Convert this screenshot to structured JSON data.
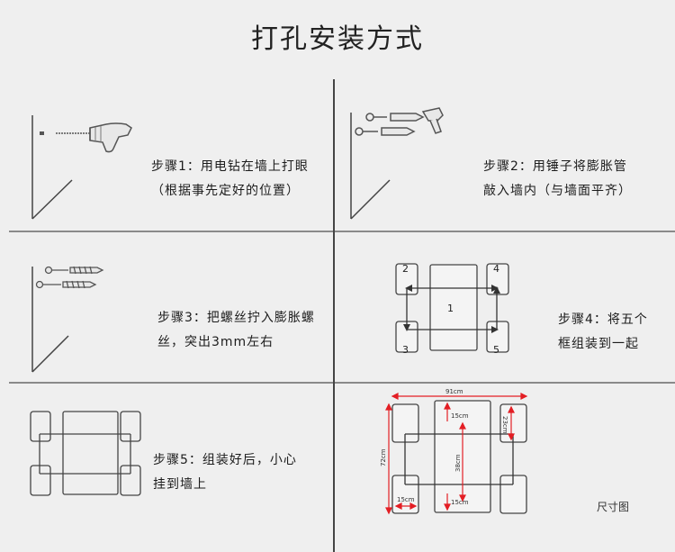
{
  "title": "打孔安装方式",
  "steps": [
    {
      "line1": "步骤1：用电钻在墙上打眼",
      "line2": "（根据事先定好的位置）"
    },
    {
      "line1": "步骤2：用锤子将膨胀管",
      "line2": "敲入墙内（与墙面平齐）"
    },
    {
      "line1": "步骤3：把螺丝拧入膨胀螺",
      "line2": "丝，突出3mm左右"
    },
    {
      "line1": "步骤4：将五个",
      "line2": "框组装到一起"
    },
    {
      "line1": "步骤5：组装好后，小心",
      "line2": "挂到墙上"
    }
  ],
  "frame_numbers": [
    "1",
    "2",
    "3",
    "4",
    "5"
  ],
  "dimensions": {
    "width": "91cm",
    "height": "72cm",
    "small_frame": "15cm",
    "small_frame_right": "23cm",
    "center_height": "38cm",
    "center_top": "15cm",
    "center_bottom": "15cm",
    "bottom_left": "15cm"
  },
  "size_chart_label": "尺寸图",
  "colors": {
    "dimension_arrow": "#e31e24",
    "line": "#444444",
    "background": "#efefef"
  }
}
